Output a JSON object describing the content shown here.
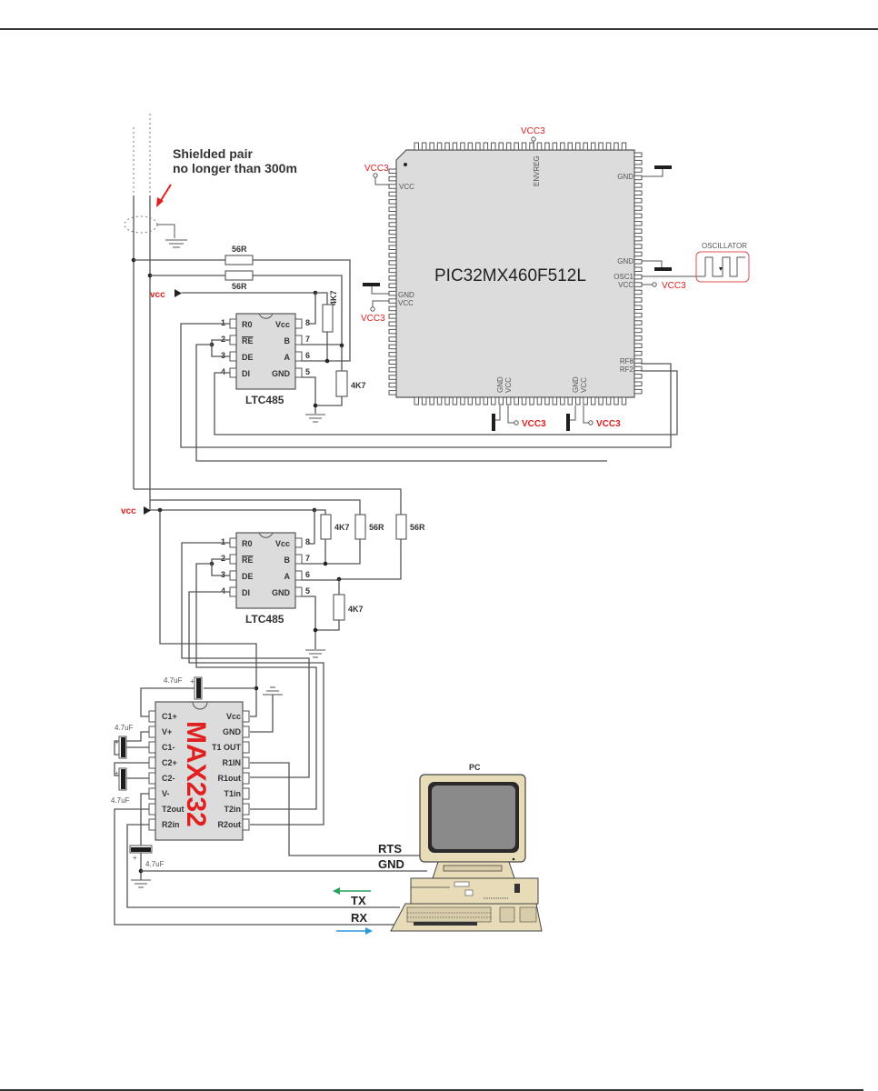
{
  "page": {
    "note": {
      "line1": "Shielded pair",
      "line2": "no longer than 300m"
    }
  },
  "colors": {
    "label_red": "#e02020",
    "chip_body": "#dcdcdc",
    "wire": "#555555",
    "tx_arrow": "#2aa05a",
    "rx_arrow": "#2a9ad8",
    "pc_beige": "#e8dcb8"
  },
  "mcu": {
    "name": "PIC32MX460F512L",
    "top_pin": "ENVREG",
    "top_supply": "VCC3",
    "left_pins": {
      "vcc_top": "VCC",
      "gnd": "GND",
      "vcc": "VCC"
    },
    "left_supplies": {
      "top": "VCC3",
      "mid": "VCC3"
    },
    "right_pins": {
      "gnd1": "GND",
      "gnd2": "GND",
      "osc1": "OSC1",
      "vcc": "VCC",
      "rf8": "RF8",
      "rf2": "RF2"
    },
    "right_supply": "VCC3",
    "bottom_pins": {
      "gnd1": "GND",
      "vcc1": "VCC",
      "gnd2": "GND",
      "vcc2": "VCC"
    },
    "bottom_supplies": [
      "VCC3",
      "VCC3"
    ]
  },
  "oscillator": {
    "label": "OSCILLATOR"
  },
  "transceiver1": {
    "name": "LTC485",
    "supply": "vcc",
    "pins_left": [
      {
        "num": "1",
        "name": "R0"
      },
      {
        "num": "2",
        "name": "RE"
      },
      {
        "num": "3",
        "name": "DE"
      },
      {
        "num": "4",
        "name": "DI"
      }
    ],
    "pins_right": [
      {
        "num": "8",
        "name": "Vcc"
      },
      {
        "num": "7",
        "name": "B"
      },
      {
        "num": "6",
        "name": "A"
      },
      {
        "num": "5",
        "name": "GND"
      }
    ],
    "resistors": {
      "r1": "56R",
      "r2": "56R",
      "pullup": "4K7",
      "pulldown": "4K7"
    }
  },
  "transceiver2": {
    "name": "LTC485",
    "supply": "vcc",
    "pins_left": [
      {
        "num": "1",
        "name": "R0"
      },
      {
        "num": "2",
        "name": "RE"
      },
      {
        "num": "3",
        "name": "DE"
      },
      {
        "num": "4",
        "name": "DI"
      }
    ],
    "pins_right": [
      {
        "num": "8",
        "name": "Vcc"
      },
      {
        "num": "7",
        "name": "B"
      },
      {
        "num": "6",
        "name": "A"
      },
      {
        "num": "5",
        "name": "GND"
      }
    ],
    "resistors": {
      "pullup": "4K7",
      "r1": "56R",
      "r2": "56R",
      "pulldown": "4K7"
    }
  },
  "max232": {
    "name": "MAX232",
    "pins_left": [
      "C1+",
      "V+",
      "C1-",
      "C2+",
      "C2-",
      "V-",
      "T2out",
      "R2in"
    ],
    "pins_right": [
      "Vcc",
      "GND",
      "T1 OUT",
      "R1IN",
      "R1out",
      "T1in",
      "T2in",
      "R2out"
    ],
    "caps": [
      "4.7uF",
      "4.7uF",
      "4.7uF",
      "4.7uF"
    ]
  },
  "pc": {
    "label": "PC",
    "signals": {
      "rts": "RTS",
      "gnd": "GND",
      "tx": "TX",
      "rx": "RX"
    }
  }
}
